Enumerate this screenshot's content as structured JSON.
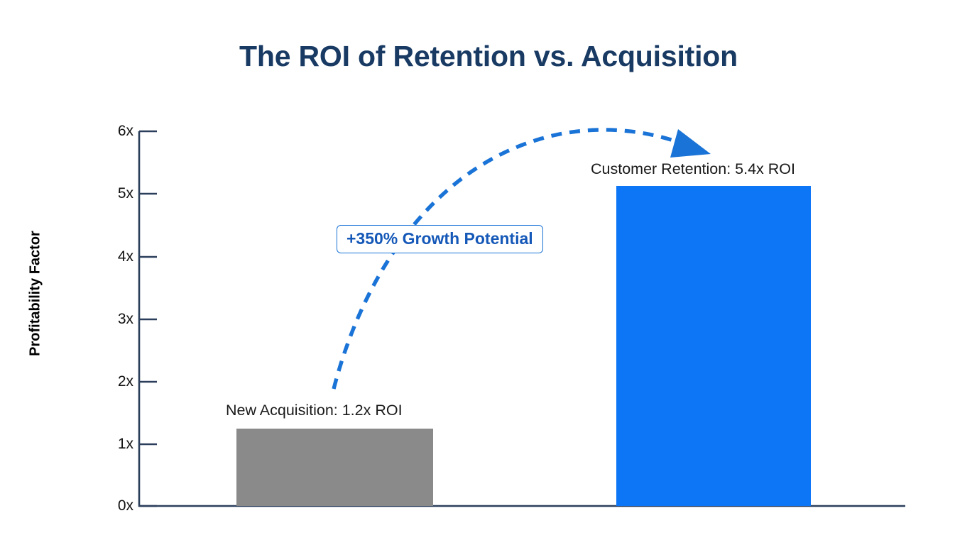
{
  "chart_data": {
    "type": "bar",
    "title": "The ROI of Retention vs. Acquisition",
    "xlabel": "",
    "ylabel": "Profitability Factor",
    "categories": [
      "New Acquisition",
      "Customer Retention"
    ],
    "values": [
      1.2,
      5.4
    ],
    "bar_colors": [
      "#8a8a8a",
      "#0d76f7"
    ],
    "ylim": [
      0,
      6
    ],
    "yticks": [
      0,
      1,
      2,
      3,
      4,
      5,
      6
    ],
    "ytick_labels": [
      "0x",
      "1x",
      "2x",
      "3x",
      "4x",
      "5x",
      "6x"
    ],
    "grid": false,
    "legend": "none",
    "data_labels": [
      "New Acquisition: 1.2x ROI",
      "Customer Retention: 5.4x ROI"
    ],
    "annotations": [
      {
        "name": "growth-callout",
        "text": "+350% Growth Potential",
        "color": "#1558b8",
        "border_color": "#1a73d6"
      },
      {
        "name": "growth-arrow",
        "style": "dashed-curved-arrow",
        "color": "#1a73d6",
        "from": "New Acquisition",
        "to": "Customer Retention"
      }
    ]
  },
  "colors": {
    "title": "#183a63",
    "axis": "#2b3f5c",
    "accent_blue": "#0d76f7",
    "arrow_blue": "#1a73d6",
    "bar_gray": "#8a8a8a",
    "background": "#ffffff"
  }
}
